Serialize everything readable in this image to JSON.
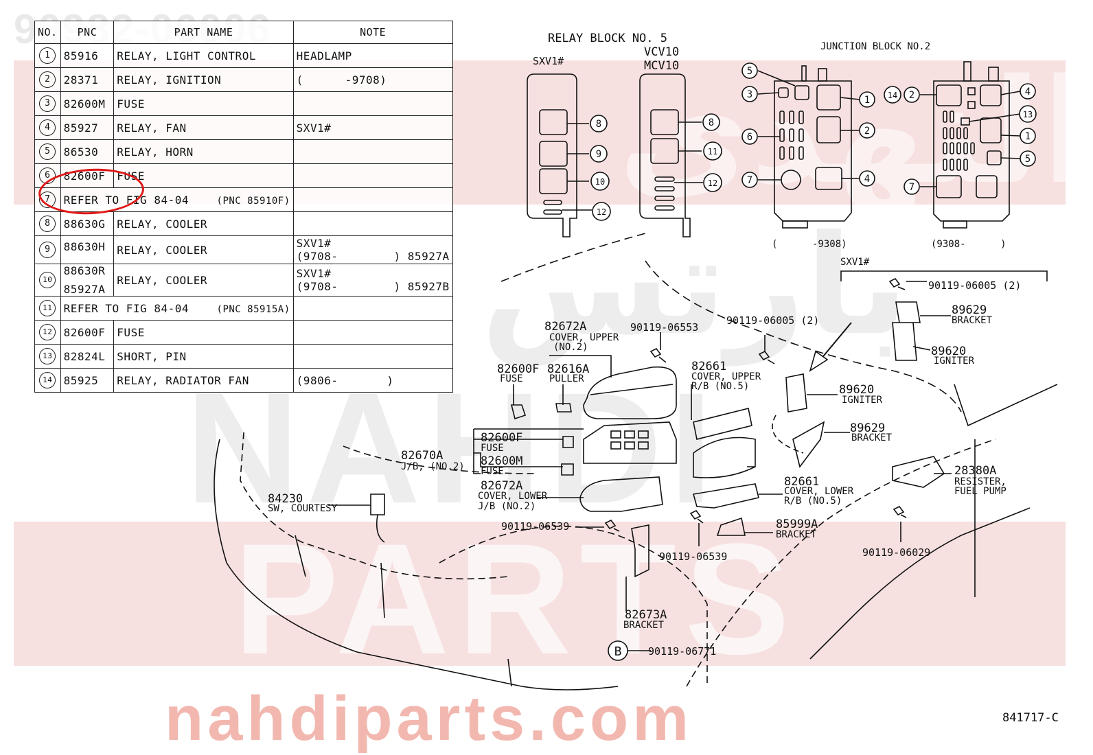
{
  "watermark": {
    "code": "90982-06006",
    "arabic_top": "النهدي",
    "arabic_mid": "بارتس",
    "latin_1": "NAHDI",
    "latin_2": "PARTS",
    "site": "nahdiparts.com"
  },
  "colors": {
    "highlight": "#e01818",
    "watermark_band": "#f0c7c7",
    "line": "#111111"
  },
  "table": {
    "headers": {
      "no": "NO.",
      "pnc": "PNC",
      "part_name": "PART NAME",
      "note": "NOTE"
    },
    "rows": [
      {
        "no": "1",
        "pnc": "85916",
        "name": "RELAY, LIGHT CONTROL",
        "note": "HEADLAMP"
      },
      {
        "no": "2",
        "pnc": "28371",
        "name": "RELAY, IGNITION",
        "note": "(      -9708)"
      },
      {
        "no": "3",
        "pnc": "82600M",
        "name": "FUSE",
        "note": ""
      },
      {
        "no": "4",
        "pnc": "85927",
        "name": "RELAY, FAN",
        "note": "SXV1#"
      },
      {
        "no": "5",
        "pnc": "86530",
        "name": "RELAY, HORN",
        "note": ""
      },
      {
        "no": "6",
        "pnc": "82600F",
        "name": "FUSE",
        "note": ""
      },
      {
        "no": "7",
        "pnc": "REFER TO FIG 84-04",
        "name": "(PNC 85910F)",
        "note": ""
      },
      {
        "no": "8",
        "pnc": "88630G",
        "name": "RELAY, COOLER",
        "note": ""
      },
      {
        "no": "9",
        "pnc": "88630H",
        "name": "RELAY, COOLER",
        "note_1": "SXV1#",
        "note_2": "(9708-        ) 85927A"
      },
      {
        "no": "10",
        "pnc_1": "88630R",
        "pnc_2": "85927A",
        "name": "RELAY, COOLER",
        "note_1": "SXV1#",
        "note_2": "(9708-        ) 85927B"
      },
      {
        "no": "11",
        "pnc": "REFER TO FIG 84-04",
        "name": "(PNC 85915A)",
        "note": ""
      },
      {
        "no": "12",
        "pnc": "82600F",
        "name": "FUSE",
        "note": ""
      },
      {
        "no": "13",
        "pnc": "82824L",
        "name": "SHORT, PIN",
        "note": ""
      },
      {
        "no": "14",
        "pnc": "85925",
        "name": "RELAY, RADIATOR FAN",
        "note": "(9806-       )"
      }
    ]
  },
  "relay_block": {
    "title": "RELAY BLOCK NO. 5",
    "variant_a": "SXV1#",
    "variant_b_1": "VCV10",
    "variant_b_2": "MCV10",
    "callouts_a": [
      "8",
      "9",
      "10",
      "12"
    ],
    "callouts_b": [
      "8",
      "11",
      "12"
    ]
  },
  "junction_block": {
    "title": "JUNCTION BLOCK NO.2",
    "left_callouts": [
      "5",
      "3",
      "6",
      "7"
    ],
    "left_right_callouts": [
      "1",
      "2",
      "4"
    ],
    "left_range": "(      -9308)",
    "right_callouts": [
      "14",
      "2",
      "4",
      "13",
      "1",
      "5",
      "7"
    ],
    "right_range": "(9308-      )"
  },
  "labels": {
    "sxv": "SXV1#",
    "p82672a_u": "82672A",
    "p82672a_u_d1": "COVER, UPPER",
    "p82672a_u_d2": "(NO.2)",
    "p82600f_a": "82600F",
    "p82600f_a_d": "FUSE",
    "p82616a": "82616A",
    "p82616a_d": "PULLER",
    "b06553": "90119-06553",
    "b06005a": "90119-06005 (2)",
    "b06005b": "90119-06005 (2)",
    "p82661_u": "82661",
    "p82661_u_d1": "COVER, UPPER",
    "p82661_u_d2": "R/B (NO.5)",
    "p89629_a": "89629",
    "p89629_a_d": "BRACKET",
    "p89620_a": "89620",
    "p89620_a_d": "IGNITER",
    "p89620_b": "89620",
    "p89620_b_d": "IGNITER",
    "p89629_b": "89629",
    "p89629_b_d": "BRACKET",
    "p82600f_b": "82600F",
    "p82600f_b_d": "FUSE",
    "p82670a": "82670A",
    "p82670a_d": "J/B, (NO.2)",
    "p82600m": "82600M",
    "p82600m_d": "FUSE",
    "p82672a_l": "82672A",
    "p82672a_l_d1": "COVER, LOWER",
    "p82672a_l_d2": "J/B (NO.2)",
    "p84230": "84230",
    "p84230_d": "SW, COURTESY",
    "p82661_l": "82661",
    "p82661_l_d1": "COVER, LOWER",
    "p82661_l_d2": "R/B (NO.5)",
    "p28380a": "28380A",
    "p28380a_d1": "RESISTER,",
    "p28380a_d2": "FUEL PUMP",
    "b06539a": "90119-06539",
    "b06539b": "90119-06539",
    "p85999a": "85999A",
    "p85999a_d": "BRACKET",
    "b06029": "90119-06029",
    "p82673a": "82673A",
    "p82673a_d": "BRACKET",
    "callout_b": "B",
    "b06771": "90119-06771",
    "fig_id": "841717-C"
  }
}
